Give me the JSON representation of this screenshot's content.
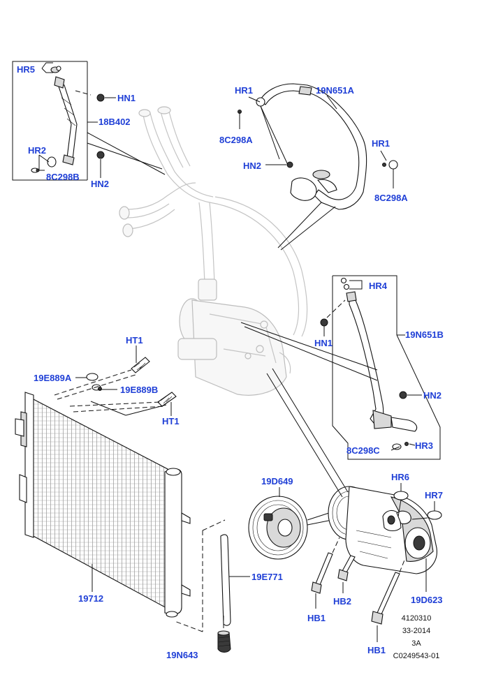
{
  "callouts": {
    "hr5": "HR5",
    "hn1_top": "HN1",
    "b18402": "18B402",
    "hr2": "HR2",
    "c298b": "8C298B",
    "hn2_left": "HN2",
    "hr1_top": "HR1",
    "n651a": "19N651A",
    "c298a_left": "8C298A",
    "hn2_mid": "HN2",
    "hr1_right": "HR1",
    "c298a_right": "8C298A",
    "hr4": "HR4",
    "hn1_mid": "HN1",
    "n651b": "19N651B",
    "hn2_right": "HN2",
    "c298c": "8C298C",
    "hr3": "HR3",
    "ht1_top": "HT1",
    "e889a": "19E889A",
    "e889b": "19E889B",
    "ht1_bottom": "HT1",
    "d649": "19D649",
    "hr6": "HR6",
    "hr7": "HR7",
    "e771": "19E771",
    "c19712": "19712",
    "hb2": "HB2",
    "hb1_left": "HB1",
    "d623": "19D623",
    "n643": "19N643",
    "hb1_bottom": "HB1"
  },
  "reference": {
    "line1": "4120310",
    "line2": "33-2014",
    "line3": "3A",
    "line4": "C0249543-01"
  },
  "colors": {
    "callout": "#1f3fd6",
    "ink": "#111111",
    "ghost": "#bdbdbd"
  }
}
